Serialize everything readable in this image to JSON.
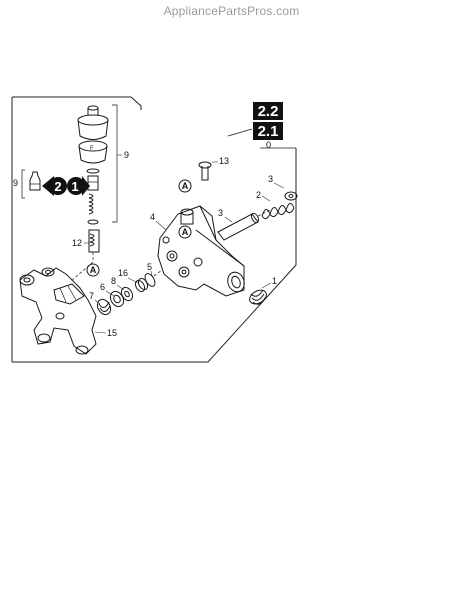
{
  "watermark": "AppliancePartsPros.com",
  "badges": {
    "top": "2.2",
    "bottom": "2.1"
  },
  "callouts": {
    "c0": "0",
    "c1": "1",
    "c2": "2",
    "c3a": "3",
    "c3b": "3",
    "c4": "4",
    "c5": "5",
    "c6": "6",
    "c7": "7",
    "c8": "8",
    "c9a": "9",
    "c9b": "9",
    "c12": "12",
    "c13": "13",
    "c15": "15",
    "c16": "16"
  },
  "markers": {
    "a1": "A",
    "a2": "A",
    "a3": "A"
  },
  "arrows": {
    "left": "2",
    "right": "1"
  },
  "colors": {
    "ink": "#1a1a1a",
    "badge_bg": "#111111",
    "badge_text": "#ffffff",
    "watermark": "#9a9a9a"
  }
}
